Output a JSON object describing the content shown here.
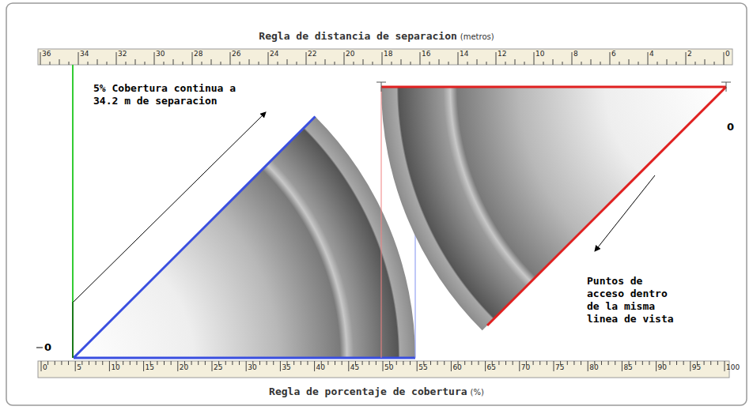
{
  "diagram": {
    "labels": [
      "Regla de distancia de separacion",
      "(metros)",
      "36",
      "34",
      "32",
      "30",
      "28",
      "26",
      "24",
      "22",
      "20",
      "18",
      "16",
      "14",
      "12",
      "10",
      "8",
      "6",
      "4",
      "2",
      "0",
      "5% Cobertura continua a 34.2 m de separacion",
      "Puntos de acceso dentro de la misma linea de vista",
      "0",
      "0",
      "0",
      "5",
      "10",
      "15",
      "20",
      "25",
      "30",
      "35",
      "40",
      "45",
      "50",
      "55",
      "60",
      "65",
      "70",
      "75",
      "80",
      "85",
      "90",
      "95",
      "100",
      "Regla de porcentaje de cobertura",
      "(%)"
    ]
  }
}
